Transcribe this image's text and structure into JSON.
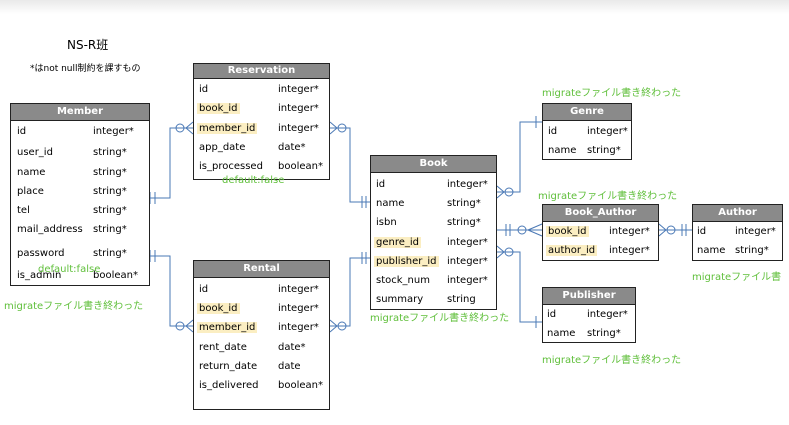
{
  "title": "NS-R班",
  "note": "*はnot null制約を課すもの",
  "tables": {
    "reservation": {
      "name": "Reservation",
      "fields": [
        {
          "name": "id",
          "type": "integer*",
          "fk": false
        },
        {
          "name": "book_id",
          "type": "integer*",
          "fk": true
        },
        {
          "name": "member_id",
          "type": "integer*",
          "fk": true
        },
        {
          "name": "app_date",
          "type": "date*",
          "fk": false
        },
        {
          "name": "is_processed",
          "type": "boolean*",
          "fk": false
        }
      ]
    },
    "member": {
      "name": "Member",
      "fields": [
        {
          "name": "id",
          "type": "integer*",
          "fk": false
        },
        {
          "name": "user_id",
          "type": "string*",
          "fk": false
        },
        {
          "name": "name",
          "type": "string*",
          "fk": false
        },
        {
          "name": "place",
          "type": "string*",
          "fk": false
        },
        {
          "name": "tel",
          "type": "string*",
          "fk": false
        },
        {
          "name": "mail_address",
          "type": "string*",
          "fk": false
        },
        {
          "name": "password",
          "type": "string*",
          "fk": false
        },
        {
          "name": "is_admin",
          "type": "boolean*",
          "fk": false
        }
      ]
    },
    "rental": {
      "name": "Rental",
      "fields": [
        {
          "name": "id",
          "type": "integer*",
          "fk": false
        },
        {
          "name": "book_id",
          "type": "integer*",
          "fk": true
        },
        {
          "name": "member_id",
          "type": "integer*",
          "fk": true
        },
        {
          "name": "rent_date",
          "type": "date*",
          "fk": false
        },
        {
          "name": "return_date",
          "type": "date",
          "fk": false
        },
        {
          "name": "is_delivered",
          "type": "boolean*",
          "fk": false
        }
      ]
    },
    "book": {
      "name": "Book",
      "fields": [
        {
          "name": "id",
          "type": "integer*",
          "fk": false
        },
        {
          "name": "name",
          "type": "string*",
          "fk": false
        },
        {
          "name": "isbn",
          "type": "string*",
          "fk": false
        },
        {
          "name": "genre_id",
          "type": "integer*",
          "fk": true
        },
        {
          "name": "publisher_id",
          "type": "integer*",
          "fk": true
        },
        {
          "name": "stock_num",
          "type": "integer*",
          "fk": false
        },
        {
          "name": "summary",
          "type": "string",
          "fk": false
        }
      ]
    },
    "genre": {
      "name": "Genre",
      "fields": [
        {
          "name": "id",
          "type": "integer*",
          "fk": false
        },
        {
          "name": "name",
          "type": "string*",
          "fk": false
        }
      ]
    },
    "book_author": {
      "name": "Book_Author",
      "fields": [
        {
          "name": "book_id",
          "type": "integer*",
          "fk": true
        },
        {
          "name": "author_id",
          "type": "integer*",
          "fk": true
        }
      ]
    },
    "author": {
      "name": "Author",
      "fields": [
        {
          "name": "id",
          "type": "integer*",
          "fk": false
        },
        {
          "name": "name",
          "type": "string*",
          "fk": false
        }
      ]
    },
    "publisher": {
      "name": "Publisher",
      "fields": [
        {
          "name": "id",
          "type": "integer*",
          "fk": false
        },
        {
          "name": "name",
          "type": "string*",
          "fk": false
        }
      ]
    }
  },
  "annotations": {
    "default_false_reservation": "default:false",
    "default_false_member": "default:false",
    "migrate_member": "migrateファイル書き終わった",
    "migrate_genre": "migrateファイル書き終わった",
    "migrate_book_author": "migrateファイル書き終わった",
    "migrate_author": "migrateファイル書",
    "migrate_book": "migrateファイル書き終わった",
    "migrate_publisher": "migrateファイル書き終わった"
  },
  "colors": {
    "header": "#8a8a8a",
    "fk_highlight": "#fbeec2",
    "connector": "#4a78b5",
    "annotation": "#5fbf3a"
  }
}
